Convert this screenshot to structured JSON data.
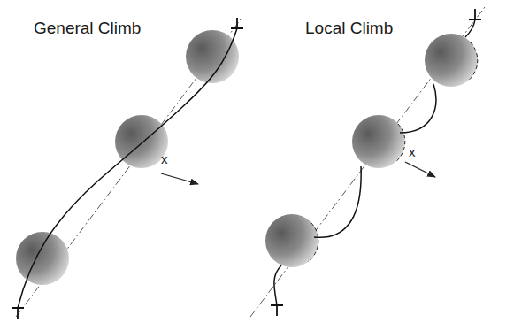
{
  "diagram": {
    "labels": [
      "General Climb",
      "Local Climb",
      "x",
      "x"
    ]
  }
}
